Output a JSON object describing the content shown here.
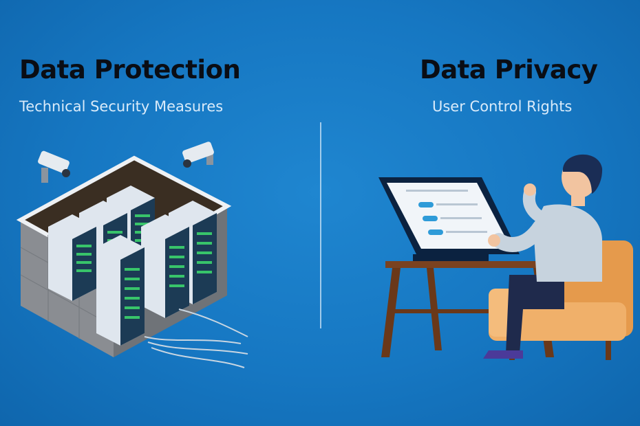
{
  "left_panel": {
    "title": "Data Protection",
    "subtitle": "Technical Security Measures",
    "icons": [
      "security-camera-icon",
      "server-rack-icon"
    ]
  },
  "right_panel": {
    "title": "Data Privacy",
    "subtitle": "User Control Rights",
    "icons": [
      "monitor-icon",
      "toggle-switch-icon",
      "armchair-icon"
    ]
  },
  "colors": {
    "background": "#1677c2",
    "title_text": "#0a0d14",
    "subtitle_text": "#d9ebfa",
    "server_body": "#dfe6ee",
    "server_lights": "#38c46a",
    "wall": "#8a8d92",
    "armchair": "#f0b06a",
    "desk": "#7a4220",
    "shirt": "#c7d3de",
    "pants": "#1f2a4c"
  }
}
